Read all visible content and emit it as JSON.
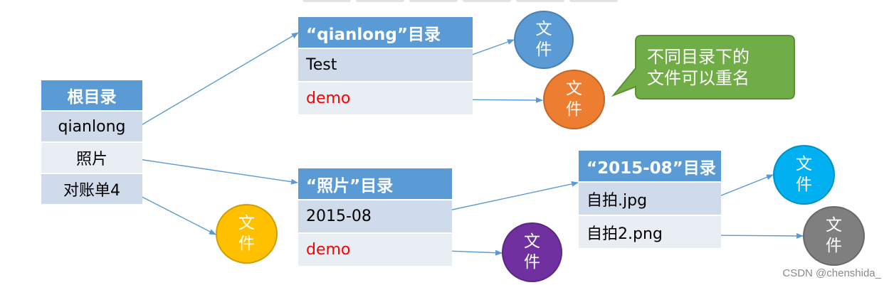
{
  "root": {
    "header": "根目录",
    "rows": [
      "qianlong",
      "照片",
      "对账单4"
    ]
  },
  "qianlong_dir": {
    "header": "“qianlong”目录",
    "rows": [
      "Test",
      "demo"
    ]
  },
  "photo_dir": {
    "header": "“照片”目录",
    "rows": [
      "2015-08",
      "demo"
    ]
  },
  "dir_2015_08": {
    "header": "“2015-08”目录",
    "rows": [
      "自拍.jpg",
      "自拍2.png"
    ]
  },
  "file_label": "文件",
  "files": [
    {
      "id": "file-test",
      "color": "#5b9bd5"
    },
    {
      "id": "file-demo-qianlong",
      "color": "#ed7d31"
    },
    {
      "id": "file-duizhangdan",
      "color": "#ffc000"
    },
    {
      "id": "file-demo-photo",
      "color": "#7030a0"
    },
    {
      "id": "file-zipai",
      "color": "#00b0f0"
    },
    {
      "id": "file-zipai2",
      "color": "#7f7f7f"
    }
  ],
  "callout": {
    "line1": "不同目录下的",
    "line2": "文件可以重名",
    "color": "#70ad47"
  },
  "colors": {
    "header": "#5b9bd5",
    "row_dark": "#cfdaea",
    "row_light": "#e9edf4",
    "arrow": "#5b9bd5",
    "highlight_text": "#ff0000"
  },
  "watermark": "CSDN @chenshida_"
}
